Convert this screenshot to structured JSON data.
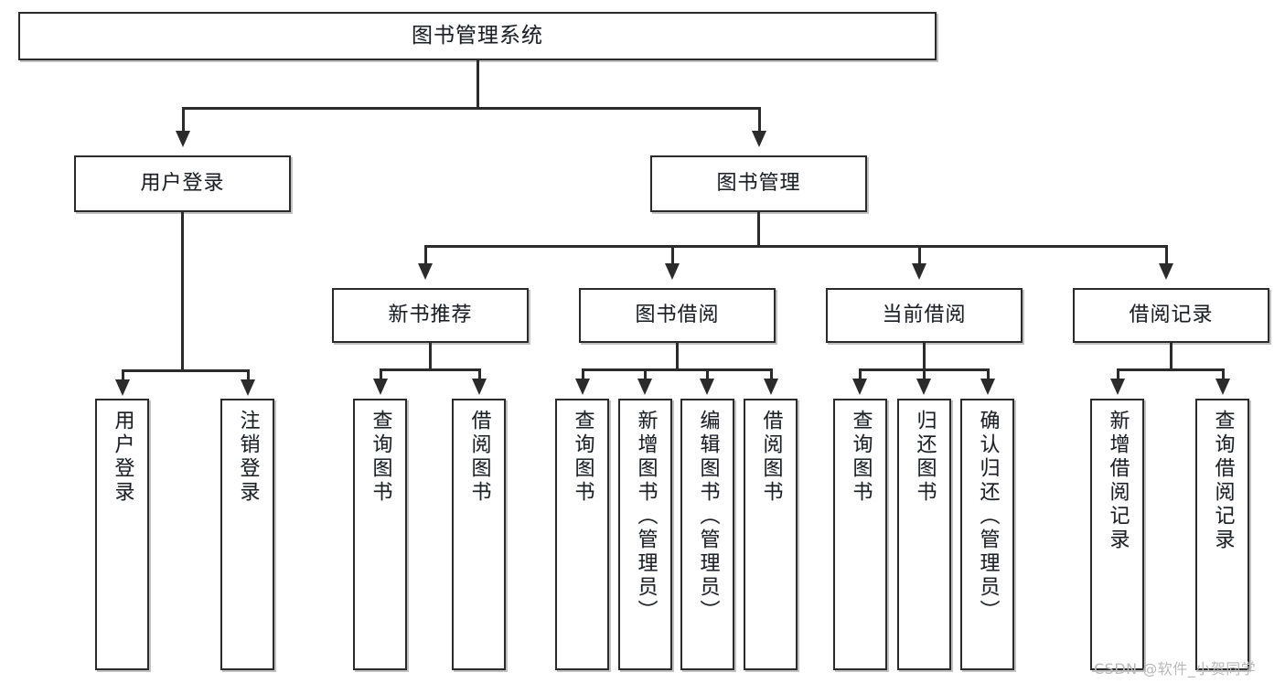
{
  "diagram": {
    "title": "图书管理系统",
    "type": "tree",
    "root": {
      "label": "图书管理系统"
    },
    "level2": [
      {
        "label": "用户登录"
      },
      {
        "label": "图书管理"
      }
    ],
    "level3": [
      {
        "label": "新书推荐"
      },
      {
        "label": "图书借阅"
      },
      {
        "label": "当前借阅"
      },
      {
        "label": "借阅记录"
      }
    ],
    "leaves": {
      "user_login": [
        {
          "label": "用户登录"
        },
        {
          "label": "注销登录"
        }
      ],
      "new_book": [
        {
          "label": "查询图书"
        },
        {
          "label": "借阅图书"
        }
      ],
      "borrow_book": [
        {
          "label": "查询图书"
        },
        {
          "label": "新增图书（管理员）"
        },
        {
          "label": "编辑图书（管理员）"
        },
        {
          "label": "借阅图书"
        }
      ],
      "current_borrow": [
        {
          "label": "查询图书"
        },
        {
          "label": "归还图书"
        },
        {
          "label": "确认归还（管理员）"
        }
      ],
      "borrow_record": [
        {
          "label": "新增借阅记录"
        },
        {
          "label": "查询借阅记录"
        }
      ]
    }
  },
  "watermark": {
    "text": "CSDN @软件_小贺同学"
  },
  "colors": {
    "stroke": "#2b2b2b",
    "background": "#ffffff",
    "text": "#1f1f1f",
    "watermark": "#b9b9b9"
  }
}
